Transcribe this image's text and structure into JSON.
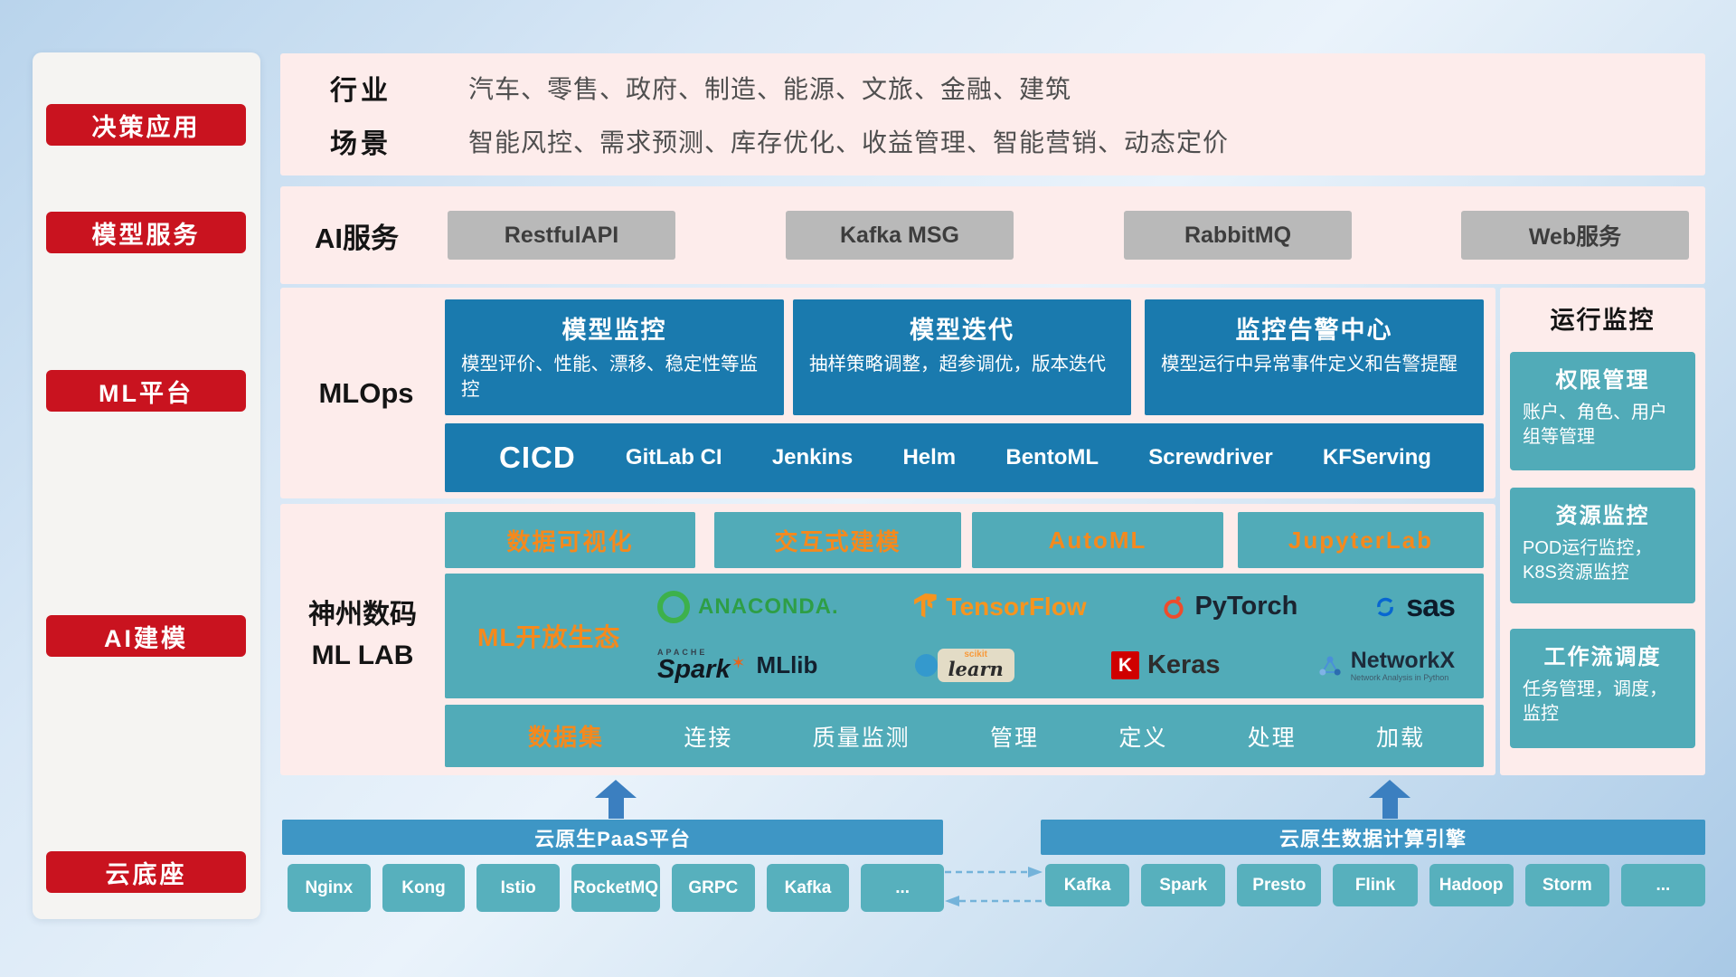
{
  "sidebar": {
    "items": [
      {
        "label": "决策应用"
      },
      {
        "label": "模型服务"
      },
      {
        "label": "ML平台"
      },
      {
        "label": "AI建模"
      },
      {
        "label": "云底座"
      }
    ]
  },
  "rows": {
    "industry": {
      "label1": "行业",
      "text1": "汽车、零售、政府、制造、能源、文旅、金融、建筑",
      "label2": "场景",
      "text2": "智能风控、需求预测、库存优化、收益管理、智能营销、动态定价"
    },
    "ai_service": {
      "label": "AI服务",
      "buttons": [
        "RestfulAPI",
        "Kafka MSG",
        "RabbitMQ",
        "Web服务"
      ]
    },
    "mlops": {
      "label": "MLOps",
      "cards": [
        {
          "title": "模型监控",
          "desc": "模型评价、性能、漂移、稳定性等监控"
        },
        {
          "title": "模型迭代",
          "desc": "抽样策略调整，超参调优，版本迭代"
        },
        {
          "title": "监控告警中心",
          "desc": "模型运行中异常事件定义和告警提醒"
        }
      ],
      "cicd_title": "CICD",
      "cicd_tools": [
        "GitLab CI",
        "Jenkins",
        "Helm",
        "BentoML",
        "Screwdriver",
        "KFServing"
      ]
    },
    "mllab": {
      "label_line1": "神州数码",
      "label_line2": "ML LAB",
      "tools": [
        "数据可视化",
        "交互式建模",
        "AutoML",
        "JupyterLab"
      ],
      "eco_title": "ML开放生态",
      "logos": [
        {
          "name": "anaconda",
          "text": "ANACONDA."
        },
        {
          "name": "tensorflow",
          "text": "TensorFlow"
        },
        {
          "name": "pytorch",
          "text": "PyTorch"
        },
        {
          "name": "sas",
          "text": "sas"
        },
        {
          "name": "spark",
          "apache": "APACHE",
          "text": "Spark",
          "mllib": "MLlib"
        },
        {
          "name": "scikit-learn",
          "scikit": "scikit",
          "text": "learn"
        },
        {
          "name": "keras",
          "k": "K",
          "text": "Keras"
        },
        {
          "name": "networkx",
          "text": "NetworkX",
          "caption": "Network Analysis in Python"
        }
      ],
      "dataset_title": "数据集",
      "dataset_items": [
        "连接",
        "质量监测",
        "管理",
        "定义",
        "处理",
        "加载"
      ]
    }
  },
  "monitor": {
    "title": "运行监控",
    "cards": [
      {
        "title": "权限管理",
        "desc": "账户、角色、用户组等管理"
      },
      {
        "title": "资源监控",
        "desc": "POD运行监控，K8S资源监控"
      },
      {
        "title": "工作流调度",
        "desc": "任务管理，调度，监控"
      }
    ]
  },
  "bottom": {
    "paas_title": "云原生PaaS平台",
    "paas_items": [
      "Nginx",
      "Kong",
      "Istio",
      "RocketMQ",
      "GRPC",
      "Kafka",
      "..."
    ],
    "engine_title": "云原生数据计算引擎",
    "engine_items": [
      "Kafka",
      "Spark",
      "Presto",
      "Flink",
      "Hadoop",
      "Storm",
      "..."
    ]
  },
  "colors": {
    "accent_red": "#c9131f",
    "panel_pink": "#fdeceb",
    "deep_blue": "#1a7aae",
    "teal": "#51abb8",
    "orange": "#f5891d",
    "bar_blue": "#3e96c5",
    "chip_teal": "#57b0bd"
  }
}
